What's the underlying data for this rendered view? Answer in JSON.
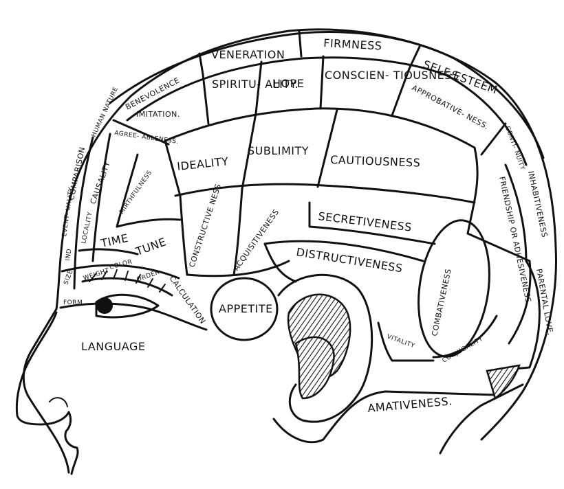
{
  "regions": {
    "veneration": "VENERATION",
    "firmness": "FIRMNESS",
    "self_esteem": "SELF-ESTEEM",
    "benevolence": "BENEVOLENCE",
    "spirituality": "SPIRITU- ALITY.",
    "hope": "HOPE",
    "conscientiousness": "CONSCIEN- TIOUSNESS",
    "approbativeness": "APPROBATIVE- NESS.",
    "continuity": "CONTI- NUITY",
    "human_nature": "HUMAN NATURE",
    "imitation": "IMITATION.",
    "agreeableness": "AGREE- ABLENESS.",
    "comparison": "COMPARISON",
    "causality": "CAUSALITY",
    "mirthfulness": "MIRTHFULNESS",
    "ideality": "IDEALITY",
    "sublimity": "SUBLIMITY",
    "cautiousness": "CAUTIOUSNESS",
    "inhabitiveness": "INHABITIVENESS",
    "friendship": "FRIENDSHIP OR ADHESIVENESS",
    "eventuality": "EVENT- UALITY",
    "locality": "LOCALITY",
    "individuality": "IND",
    "time": "TIME",
    "tune": "TUNE",
    "constructiveness": "CONSTRUCTIVE NESS",
    "acquisitiveness": "ACQUISITIVENESS",
    "secretiveness": "SECRETIVENESS",
    "destructiveness": "DISTRUCTIVENESS",
    "combativeness": "COMBATIVENESS",
    "parental_love": "PARENTAL LOVE.",
    "size": "SIZE",
    "weight": "WEIGHT",
    "color": "COLOR",
    "order": "ORDER",
    "calculation": "CALCULATION",
    "form": "FORM",
    "appetite": "APPETITE",
    "vitality": "VITALITY",
    "conjugality": "CONJUGALITY",
    "language": "LANGUAGE",
    "amativeness": "AMATIVENESS."
  }
}
